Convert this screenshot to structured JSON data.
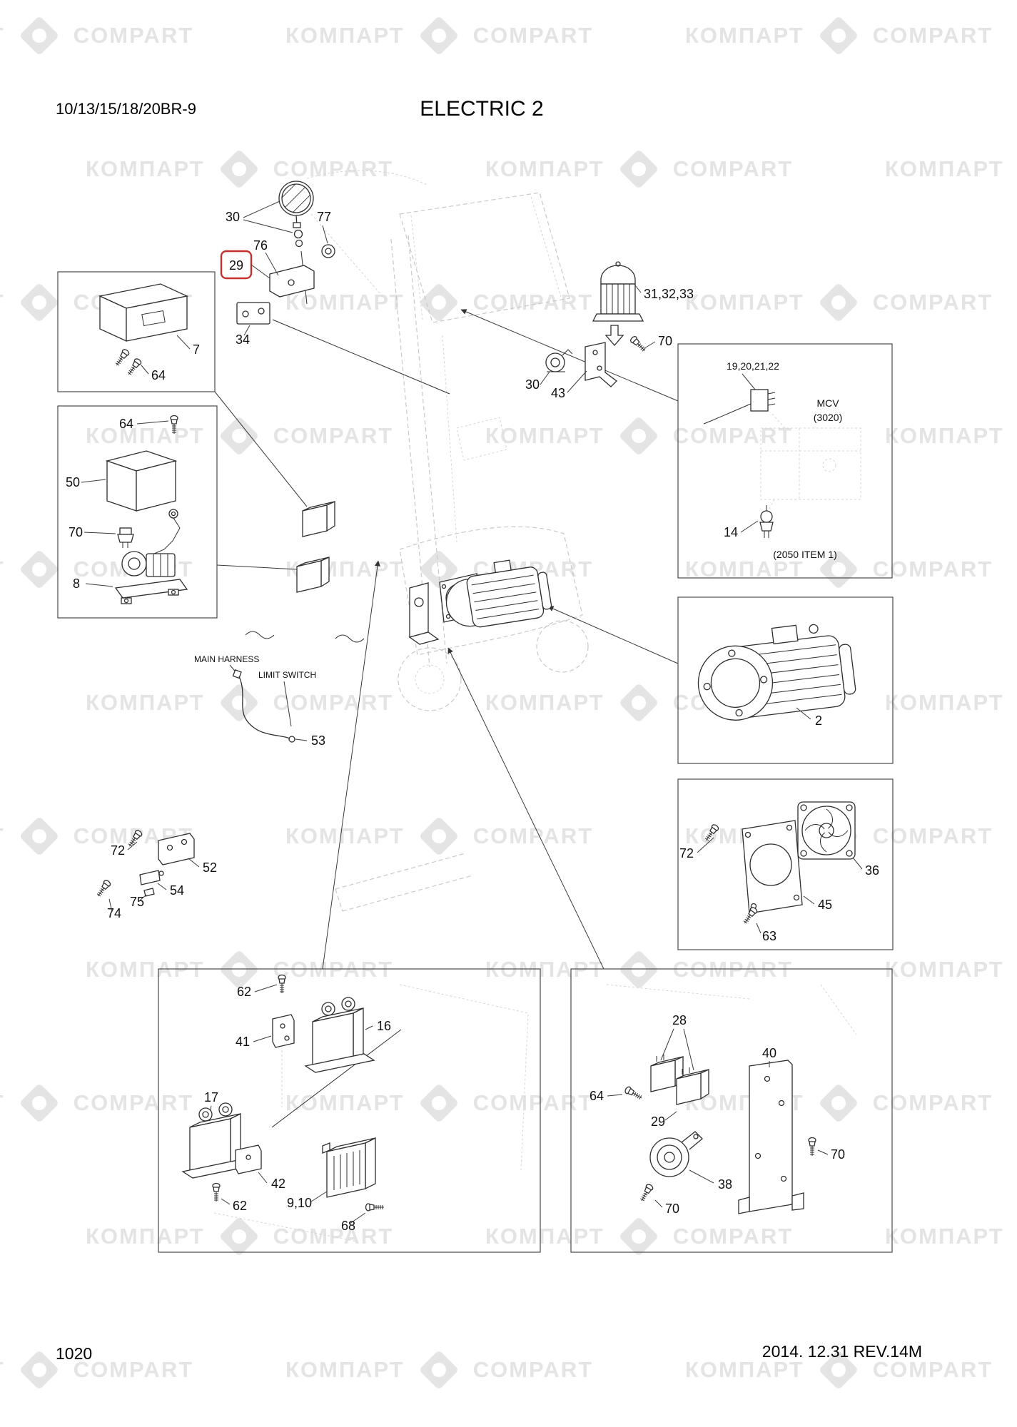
{
  "header": {
    "model": "10/13/15/18/20BR-9",
    "title": "ELECTRIC 2"
  },
  "footer": {
    "page": "1020",
    "date_rev": "2014. 12.31  REV.14M"
  },
  "watermark": {
    "word_cyrillic": "КОМПАРТ",
    "word_latin": "COMPART"
  },
  "colors": {
    "highlight_red": "#c4302b",
    "watermark_gray": "#e4e4e4",
    "line_black": "#2e2e2e"
  },
  "labels": {
    "lamp30": "30",
    "l77": "77",
    "l76": "76",
    "red29": "29",
    "l34": "34",
    "l7": "7",
    "box1_64": "64",
    "beacon": "31,32,33",
    "beacon70": "70",
    "horn30": "30",
    "l43": "43",
    "switch_ids": "19,20,21,22",
    "mcv": "MCV",
    "mcv_code": "(3020)",
    "l14": "14",
    "item2050": "(2050 ITEM 1)",
    "box3_64": "64",
    "l50": "50",
    "box3_70": "70",
    "l8": "8",
    "l2": "2",
    "main_harness": "MAIN HARNESS",
    "limit_switch": "LIMIT SWITCH",
    "l53": "53",
    "l72": "72",
    "l52": "52",
    "l54": "54",
    "l75": "75",
    "l74": "74",
    "fan72": "72",
    "l36": "36",
    "l45": "45",
    "l63": "63",
    "l62a": "62",
    "l16": "16",
    "l41": "41",
    "l17": "17",
    "l42": "42",
    "l62b": "62",
    "l910": "9,10",
    "l68": "68",
    "l28": "28",
    "l40": "40",
    "relay64": "64",
    "relay29": "29",
    "l38": "38",
    "l70r": "70",
    "l70b": "70"
  }
}
